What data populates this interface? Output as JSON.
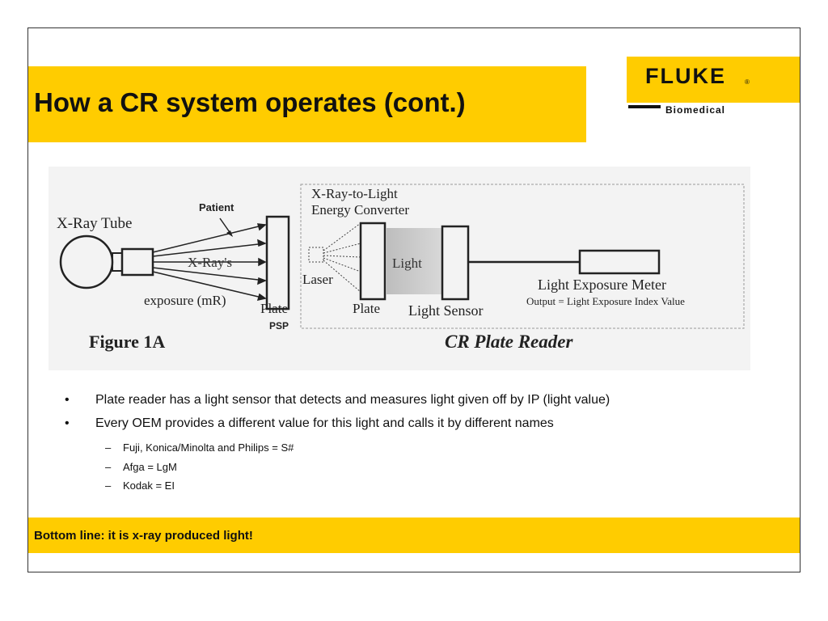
{
  "title": "How a CR system operates (cont.)",
  "logo": {
    "brand": "FLUKE",
    "sub": "Biomedical",
    "reg": "®"
  },
  "figure": {
    "xray_tube": "X-Ray Tube",
    "patient": "Patient",
    "xrays": "X-Ray's",
    "exposure": "exposure (mR)",
    "plate": "Plate",
    "psp": "PSP",
    "fig_label": "Figure 1A",
    "converter_line1": "X-Ray-to-Light",
    "converter_line2": "Energy Converter",
    "laser": "Laser",
    "plate2": "Plate",
    "light": "Light",
    "light_sensor": "Light Sensor",
    "meter": "Light Exposure Meter",
    "output": "Output = Light Exposure Index Value",
    "reader": "CR Plate Reader"
  },
  "bullets": [
    "Plate reader has a light sensor that detects and measures light given off by IP (light value)",
    "Every OEM provides a different value for this light and calls it by different names"
  ],
  "sub_bullets": [
    "Fuji, Konica/Minolta and Philips = S#",
    "Afga = LgM",
    "Kodak = EI"
  ],
  "bullet_marker": "•",
  "sub_marker": "–",
  "footer": "Bottom line: it is x-ray produced light!",
  "colors": {
    "accent": "#ffcc00",
    "text": "#111111"
  }
}
